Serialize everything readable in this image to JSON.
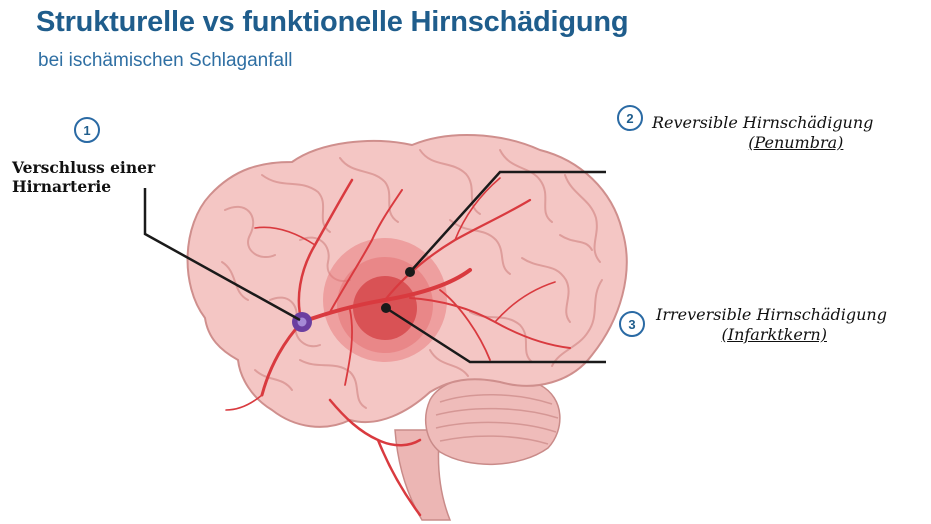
{
  "header": {
    "title": "Strukturelle vs funktionelle Hirnschädigung",
    "subtitle": "bei ischämischen Schlaganfall"
  },
  "labels": {
    "occlusion": {
      "number": "1",
      "line1": "Verschluss einer",
      "line2": "Hirnarterie"
    },
    "penumbra": {
      "number": "2",
      "line1": "Reversible Hirnschädigung",
      "line2": "(Penumbra)"
    },
    "core": {
      "number": "3",
      "line1": "Irreversible  Hirnschädigung",
      "line2": "(Infarktkern)"
    }
  },
  "colors": {
    "title": "#1f5d8c",
    "brain": "#f4c6c4",
    "vessels": "#d93a3f",
    "penumbra": "#e8787a",
    "core": "#cf2f34",
    "occlusion": "#6b3fa0"
  }
}
